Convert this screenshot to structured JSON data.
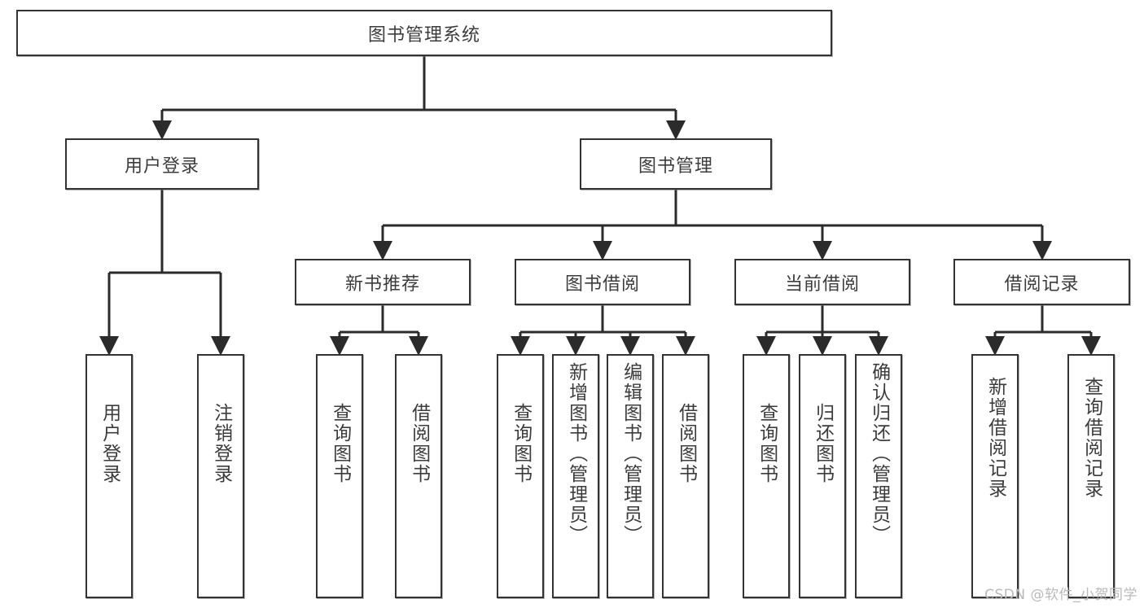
{
  "diagram": {
    "type": "tree-hierarchy",
    "title": "图书管理系统",
    "root": {
      "id": "root",
      "label": "图书管理系统",
      "orientation": "horizontal"
    },
    "level2": [
      {
        "id": "user-login",
        "label": "用户登录",
        "orientation": "horizontal"
      },
      {
        "id": "book-management",
        "label": "图书管理",
        "orientation": "horizontal"
      }
    ],
    "level3": [
      {
        "id": "new-book-recommend",
        "label": "新书推荐",
        "orientation": "horizontal",
        "parent": "book-management"
      },
      {
        "id": "book-borrow",
        "label": "图书借阅",
        "orientation": "horizontal",
        "parent": "book-management"
      },
      {
        "id": "current-borrow",
        "label": "当前借阅",
        "orientation": "horizontal",
        "parent": "book-management"
      },
      {
        "id": "borrow-record",
        "label": "借阅记录",
        "orientation": "horizontal",
        "parent": "book-management"
      }
    ],
    "leaves": [
      {
        "id": "leaf-user-login",
        "label": "用户登录",
        "parent": "user-login"
      },
      {
        "id": "leaf-user-logout",
        "label": "注销登录",
        "parent": "user-login"
      },
      {
        "id": "leaf-query-book-1",
        "label": "查询图书",
        "parent": "new-book-recommend"
      },
      {
        "id": "leaf-borrow-book-1",
        "label": "借阅图书",
        "parent": "new-book-recommend"
      },
      {
        "id": "leaf-query-book-2",
        "label": "查询图书",
        "parent": "book-borrow"
      },
      {
        "id": "leaf-add-book",
        "label": "新增图书（管理员）",
        "parent": "book-borrow"
      },
      {
        "id": "leaf-edit-book",
        "label": "编辑图书（管理员）",
        "parent": "book-borrow"
      },
      {
        "id": "leaf-borrow-book-2",
        "label": "借阅图书",
        "parent": "book-borrow"
      },
      {
        "id": "leaf-query-book-3",
        "label": "查询图书",
        "parent": "current-borrow"
      },
      {
        "id": "leaf-return-book",
        "label": "归还图书",
        "parent": "current-borrow"
      },
      {
        "id": "leaf-confirm-return",
        "label": "确认归还（管理员）",
        "parent": "current-borrow"
      },
      {
        "id": "leaf-add-record",
        "label": "新增借阅记录",
        "parent": "borrow-record"
      },
      {
        "id": "leaf-query-record",
        "label": "查询借阅记录",
        "parent": "borrow-record"
      }
    ],
    "colors": {
      "border": "#333333",
      "text": "#3c3c3c",
      "background": "#ffffff",
      "connector": "#2b2b2b",
      "watermark": "#b9b9b9"
    }
  },
  "watermark": {
    "text": "CSDN @软件_小贺同学"
  }
}
